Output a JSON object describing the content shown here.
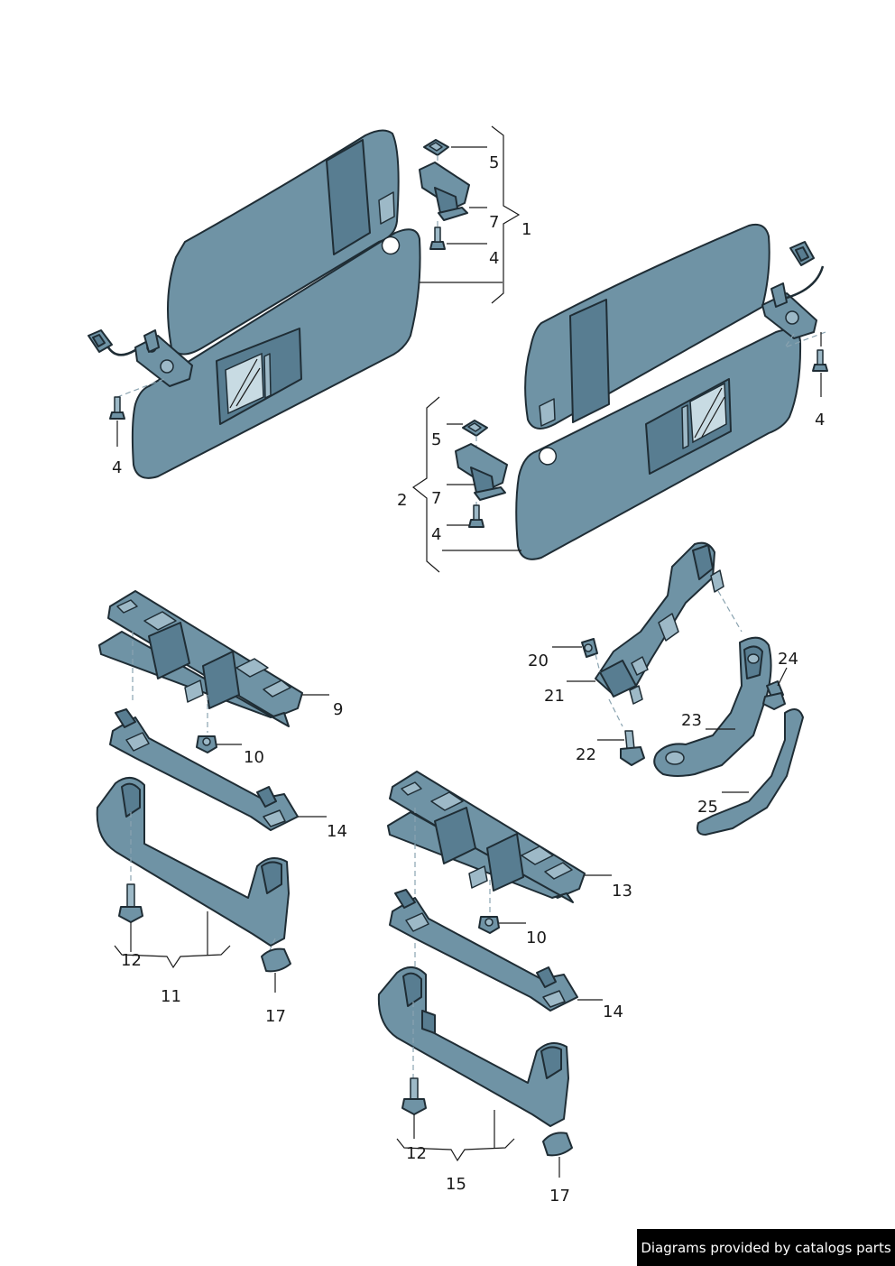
{
  "callouts": {
    "l5a": "5",
    "l7a": "7",
    "l4a": "4",
    "l1": "1",
    "l4b": "4",
    "l4c": "4",
    "l5b": "5",
    "l2": "2",
    "l7b": "7",
    "l4d": "4",
    "l9": "9",
    "l10a": "10",
    "l14a": "14",
    "l12a": "12",
    "l11": "11",
    "l17a": "17",
    "l20": "20",
    "l21": "21",
    "l24": "24",
    "l23": "23",
    "l22": "22",
    "l25": "25",
    "l13": "13",
    "l10b": "10",
    "l14b": "14",
    "l12b": "12",
    "l15": "15",
    "l17b": "17"
  },
  "footer": {
    "credit": "Diagrams provided by catalogs parts"
  },
  "colors": {
    "part_fill": "#6f93a5",
    "outline": "#1f2d35",
    "background": "#ffffff"
  }
}
